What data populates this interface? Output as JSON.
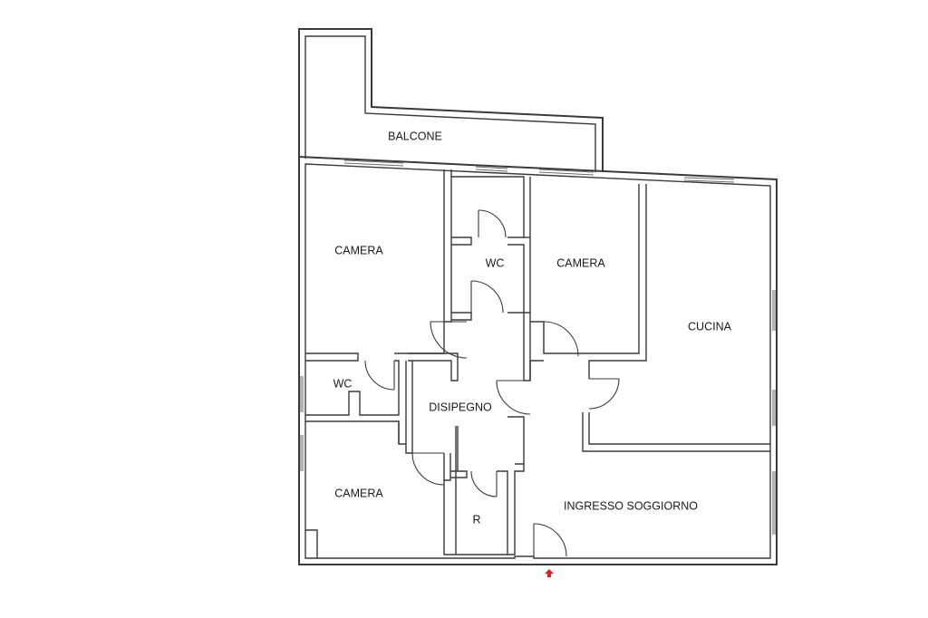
{
  "plan": {
    "rooms": [
      {
        "id": "balcone",
        "label": "BALCONE"
      },
      {
        "id": "camera-1",
        "label": "CAMERA"
      },
      {
        "id": "wc-1",
        "label": "WC"
      },
      {
        "id": "camera-2",
        "label": "CAMERA"
      },
      {
        "id": "cucina",
        "label": "CUCINA"
      },
      {
        "id": "wc-2",
        "label": "WC"
      },
      {
        "id": "disimpegno",
        "label": "DISIPEGNO"
      },
      {
        "id": "camera-3",
        "label": "CAMERA"
      },
      {
        "id": "ripostiglio",
        "label": "R"
      },
      {
        "id": "ingresso-soggiorno",
        "label": "INGRESSO SOGGIORNO"
      }
    ],
    "entrance_marker_color": "#e02020",
    "wall_color": "#3a3a3a"
  }
}
